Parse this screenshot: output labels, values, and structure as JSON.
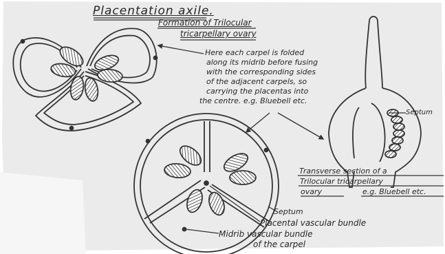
{
  "title": "Placentation axile.",
  "subtitle_line1": "Formation of Trilocular",
  "subtitle_line2": "tricarpellary ovary",
  "description_lines": [
    "Here each carpel is folded",
    "along its midrib before fusing",
    "with the corresponding sides",
    "of the adjacent carpels, so",
    "carrying the placentas into",
    "the centre. e.g. Bluebell etc."
  ],
  "septum_label_top": "Septum",
  "transverse_lines": [
    "Transverse section of a",
    "Trilocular tricarpellary",
    "ovary"
  ],
  "transverse_example": "e.g. Bluebell etc.",
  "septum_label_bottom": "Septum",
  "placental_label": "Placental vascular bundle",
  "midrib_label_line1": "Midrib vascular bundle",
  "midrib_label_line2": "of the carpel"
}
